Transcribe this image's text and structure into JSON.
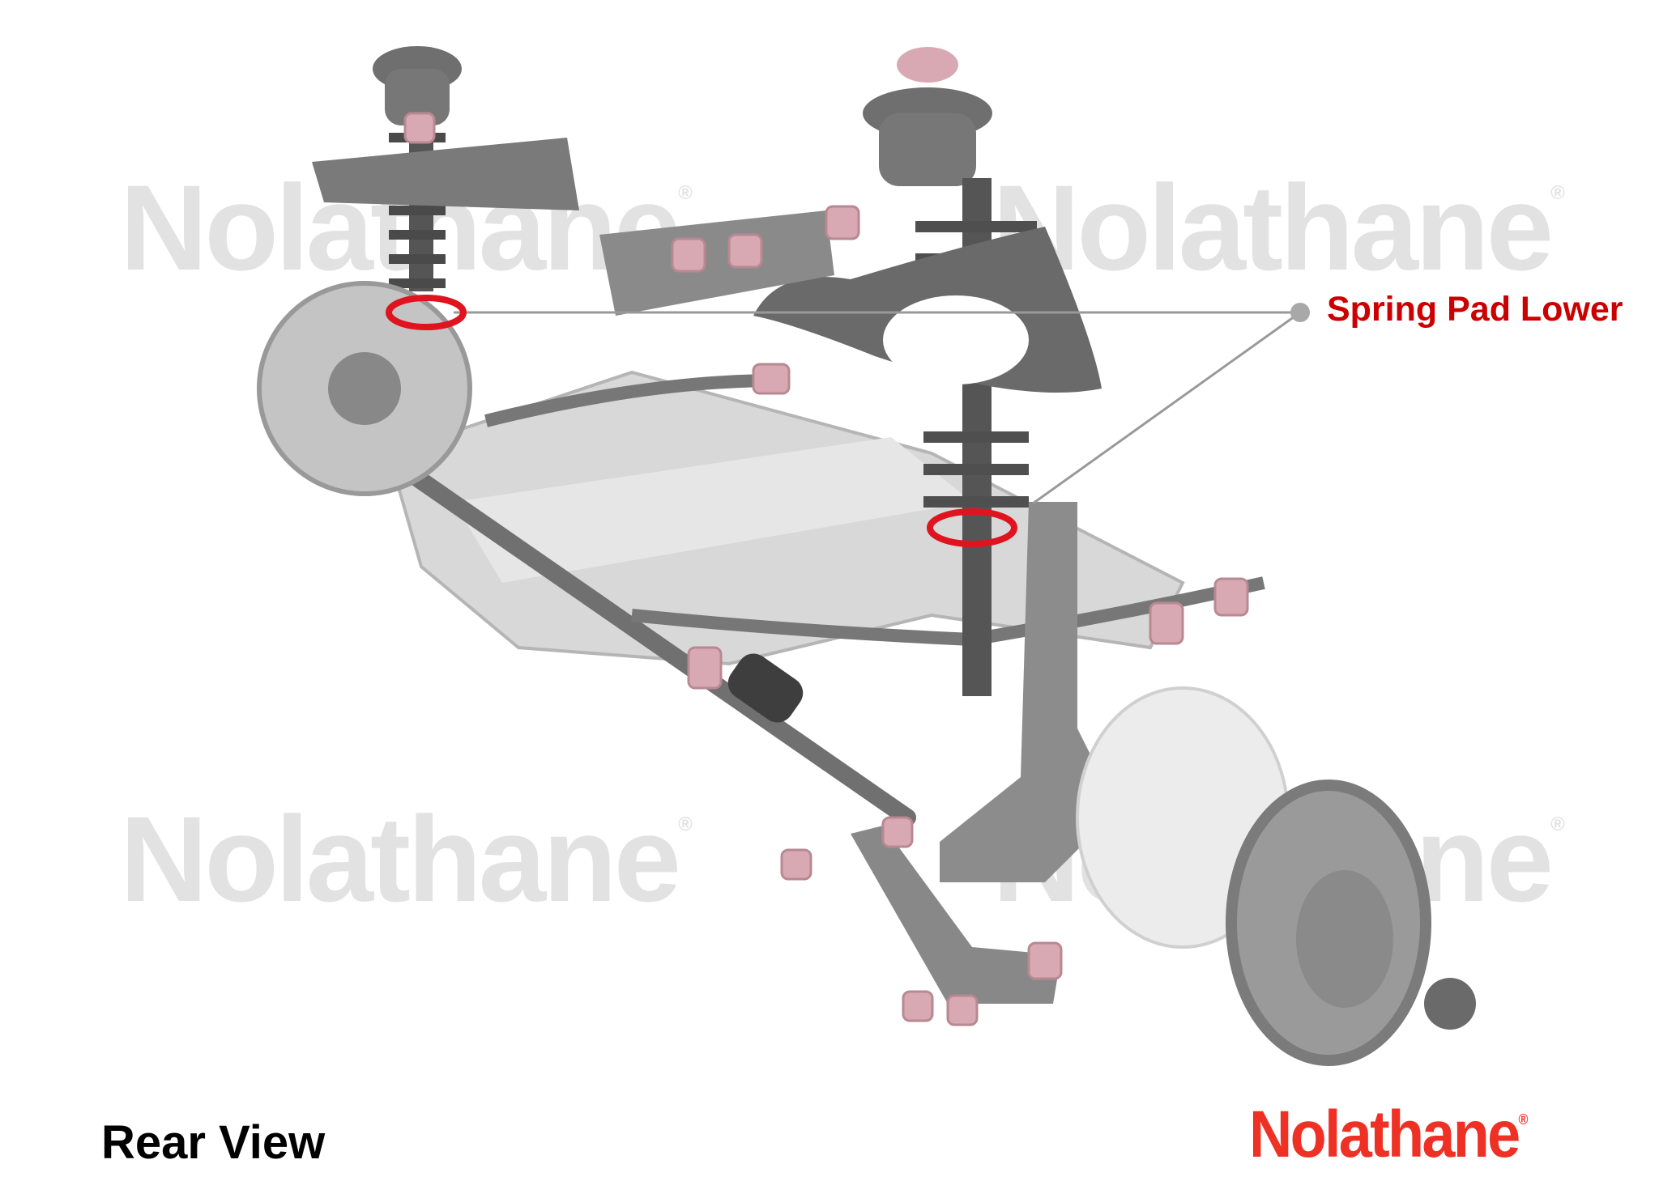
{
  "watermark": {
    "text": "Nolathane",
    "mark": "®"
  },
  "callout": {
    "label": "Spring Pad Lower"
  },
  "view_label": "Rear View",
  "logo": {
    "text": "Nolathane",
    "mark": "®"
  },
  "colors": {
    "callout": "#cc0000",
    "logo": "#ee3124",
    "highlight_ring": "#e0141e",
    "bushing": "#d9a9b3"
  }
}
